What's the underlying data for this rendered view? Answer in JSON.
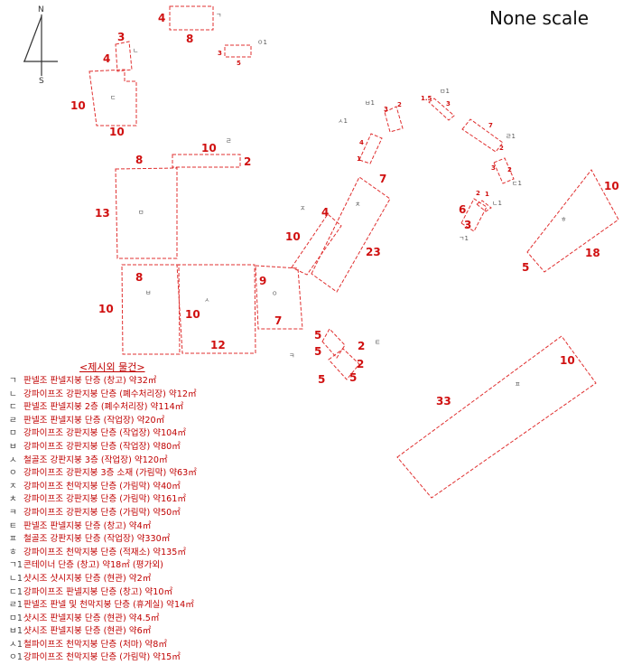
{
  "scale_note": "None scale",
  "north": {
    "n_label": "N",
    "s_label": "S"
  },
  "colors": {
    "outline": "#e03030",
    "dimension": "#d01010",
    "legend_text": "#c00000",
    "north": "#333333"
  },
  "buildings": [
    {
      "id": "ㄱ",
      "dims": [
        "4",
        "8"
      ]
    },
    {
      "id": "ㄴ",
      "dims": [
        "3",
        "4"
      ]
    },
    {
      "id": "ㄷ",
      "dims": [
        "10",
        "10"
      ]
    },
    {
      "id": "ㅇ1",
      "dims": [
        "3",
        "5"
      ]
    },
    {
      "id": "ㄹ",
      "dims": [
        "10",
        "2"
      ]
    },
    {
      "id": "ㅁ",
      "dims": [
        "8",
        "13"
      ]
    },
    {
      "id": "ㅂ",
      "dims": [
        "8",
        "10"
      ]
    },
    {
      "id": "ㅅ",
      "dims": [
        "10",
        "12"
      ]
    },
    {
      "id": "ㅇ",
      "dims": [
        "9",
        "7"
      ]
    },
    {
      "id": "ㅈ",
      "dims": [
        "4",
        "10"
      ]
    },
    {
      "id": "ㅊ",
      "dims": [
        "7",
        "23"
      ]
    },
    {
      "id": "ㅋ",
      "dims": [
        "5",
        "5"
      ]
    },
    {
      "id": "ㅌ",
      "dims": [
        "2",
        "2",
        "5"
      ]
    },
    {
      "id": "ㅍ",
      "dims": [
        "10",
        "33"
      ]
    },
    {
      "id": "ㅎ",
      "dims": [
        "10",
        "18",
        "5"
      ]
    },
    {
      "id": "ㅂ1",
      "dims": [
        "3",
        "2"
      ]
    },
    {
      "id": "ㅁ1",
      "dims": [
        "1.5",
        "3"
      ]
    },
    {
      "id": "ㅅ1",
      "dims": [
        "4",
        "1"
      ]
    },
    {
      "id": "ㄹ1",
      "dims": [
        "7",
        "2"
      ]
    },
    {
      "id": "ㄷ1",
      "dims": [
        "3",
        "2"
      ]
    },
    {
      "id": "ㄴ1",
      "dims": [
        "2",
        "1"
      ]
    },
    {
      "id": "ㄱ1",
      "dims": [
        "6",
        "3"
      ]
    }
  ],
  "legend": {
    "title": "<제시외 물건>",
    "items": [
      {
        "symbol": "ㄱ",
        "text": "판넬조 판넬지붕 단층 (창고) 약32㎡"
      },
      {
        "symbol": "ㄴ",
        "text": "강파이프조 강판지붕 단층 (폐수처리장) 약12㎡"
      },
      {
        "symbol": "ㄷ",
        "text": "판넬조 판넬지붕 2층 (폐수처리장) 약114㎡"
      },
      {
        "symbol": "ㄹ",
        "text": "판넬조 판넬지붕 단층 (작업장) 약20㎡"
      },
      {
        "symbol": "ㅁ",
        "text": "강파이프조 강판지붕 단층 (작업장) 약104㎡"
      },
      {
        "symbol": "ㅂ",
        "text": "강파이프조 강판지붕 단층 (작업장) 약80㎡"
      },
      {
        "symbol": "ㅅ",
        "text": "철골조 강판지붕 3층 (작업장) 약120㎡"
      },
      {
        "symbol": "ㅇ",
        "text": "강파이프조 강판지붕 3층 소재 (가림막) 약63㎡"
      },
      {
        "symbol": "ㅈ",
        "text": "강파이프조 천막지붕 단층 (가림막) 약40㎡"
      },
      {
        "symbol": "ㅊ",
        "text": "강파이프조 강판지붕 단층 (가림막) 약161㎡"
      },
      {
        "symbol": "ㅋ",
        "text": "강파이프조 강판지붕 단층 (가림막) 약50㎡"
      },
      {
        "symbol": "ㅌ",
        "text": "판넬조 판넬지붕 단층 (창고) 약4㎡"
      },
      {
        "symbol": "ㅍ",
        "text": "철골조 강판지붕 단층 (작업장) 약330㎡"
      },
      {
        "symbol": "ㅎ",
        "text": "강파이프조 천막지붕 단층 (적재소) 약135㎡"
      },
      {
        "symbol": "ㄱ1",
        "text": "콘테이너 단층 (창고) 약18㎡ (평가외)"
      },
      {
        "symbol": "ㄴ1",
        "text": "샷시조 샷시지붕 단층 (현관) 약2㎡"
      },
      {
        "symbol": "ㄷ1",
        "text": "강파이프조 판넬지붕 단층 (창고) 약10㎡"
      },
      {
        "symbol": "ㄹ1",
        "text": "판넬조 판넬 및 천막지붕 단층 (휴게실) 약14㎡"
      },
      {
        "symbol": "ㅁ1",
        "text": "샷시조 판넬지붕 단층 (현관) 약4.5㎡"
      },
      {
        "symbol": "ㅂ1",
        "text": "샷시조 판넬지붕 단층 (현관) 약6㎡"
      },
      {
        "symbol": "ㅅ1",
        "text": "철파이프조 천막지붕 단층 (처마) 약8㎡"
      },
      {
        "symbol": "ㅇ1",
        "text": "강파이프조 천막지붕 단층 (가림막) 약15㎡"
      }
    ]
  }
}
